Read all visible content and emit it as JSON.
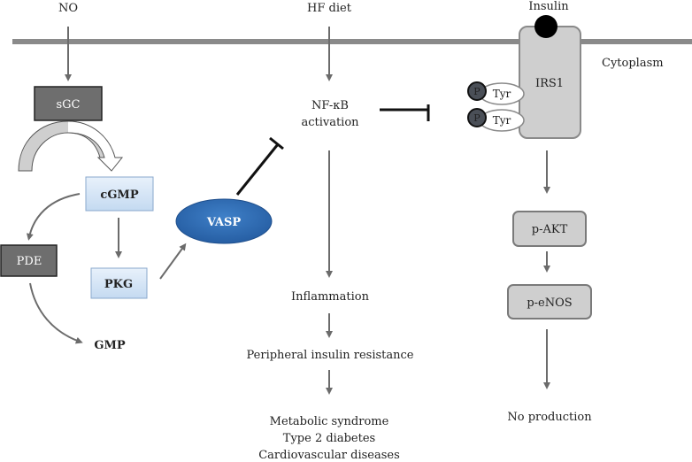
{
  "diagram": {
    "title": "NO / HF diet / Insulin signaling pathway",
    "compartments": {
      "cytoplasm_label": "Cytoplasm"
    },
    "left_pathway": {
      "stimulus": "NO",
      "sgc": "sGC",
      "cgmp": "cGMP",
      "pde": "PDE",
      "pkg": "PKG",
      "gmp": "GMP",
      "vasp": "VASP"
    },
    "middle_pathway": {
      "stimulus": "HF diet",
      "nfkb_line1": "NF-κB",
      "nfkb_line2": "activation",
      "inflammation": "Inflammation",
      "resistance": "Peripheral insulin resistance",
      "outcomes": [
        "Metabolic syndrome",
        "Type 2 diabetes",
        "Cardiovascular diseases"
      ]
    },
    "right_pathway": {
      "stimulus": "Insulin",
      "receptor": "IRS1",
      "phospho_sites": [
        {
          "p": "P",
          "residue": "Tyr"
        },
        {
          "p": "P",
          "residue": "Tyr"
        }
      ],
      "akt": "p-AKT",
      "enos": "p-eNOS",
      "result": "No production"
    },
    "colors": {
      "membrane": "#8a8a8a",
      "arrow": "#6b6b6b",
      "inhibit": "#111111",
      "dark_box": "#6e6e6e",
      "light_blue_box": "#d6e6f7",
      "vasp": "#2f6db5",
      "gray_box": "#cfcfcf",
      "phospho": "#4a4f57"
    }
  }
}
